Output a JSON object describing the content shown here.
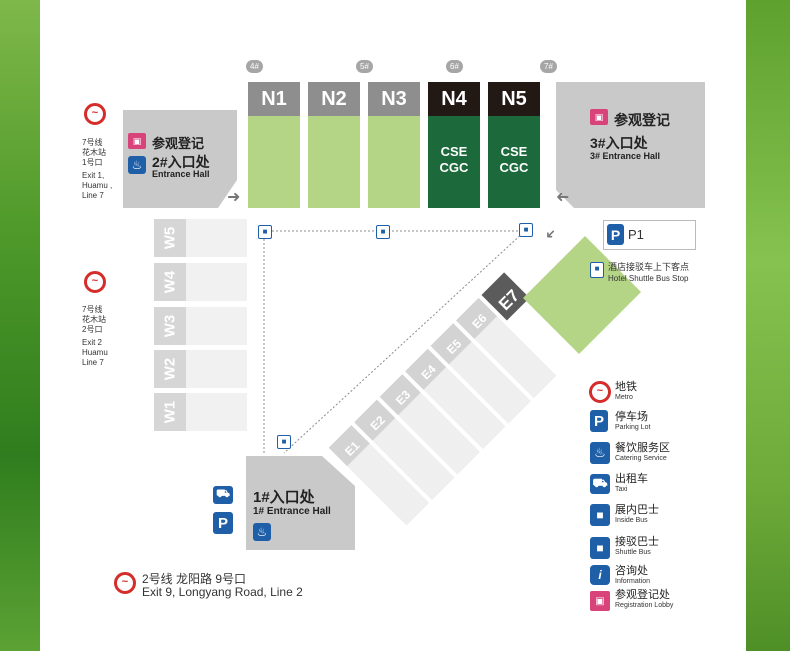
{
  "colors": {
    "hall_light_green": "#b4d486",
    "hall_dark_green": "#1c6a3b",
    "header_gray": "#8e8e8e",
    "header_black": "#221814",
    "metro_red": "#d42d2b",
    "service_blue": "#1f5fa8",
    "registration_pink": "#d8447a"
  },
  "gate_tags": [
    "4#",
    "5#",
    "6#",
    "7#"
  ],
  "north_halls": [
    {
      "id": "N1",
      "sub": ""
    },
    {
      "id": "N2",
      "sub": ""
    },
    {
      "id": "N3",
      "sub": ""
    },
    {
      "id": "N4",
      "sub1": "CSE",
      "sub2": "CGC"
    },
    {
      "id": "N5",
      "sub1": "CSE",
      "sub2": "CGC"
    }
  ],
  "west_halls": [
    "W5",
    "W4",
    "W3",
    "W2",
    "W1"
  ],
  "east_halls": [
    "E1",
    "E2",
    "E3",
    "E4",
    "E5",
    "E6",
    "E7"
  ],
  "entrance2": {
    "reg": "参观登记",
    "name": "2#入口处",
    "en": "Entrance Hall"
  },
  "entrance3": {
    "reg": "参观登记",
    "name": "3#入口处",
    "en": "3# Entrance Hall"
  },
  "entrance1": {
    "name": "1#入口处",
    "en": "1# Entrance Hall"
  },
  "metro_exit1": {
    "cn1": "7号线",
    "cn2": "花木站",
    "cn3": "1号口",
    "en1": "Exit 1,",
    "en2": "Huamu ,",
    "en3": "Line 7"
  },
  "metro_exit2": {
    "cn1": "7号线",
    "cn2": "花木站",
    "cn3": "2号口",
    "en1": "Exit 2",
    "en2": "Huamu",
    "en3": "Line 7"
  },
  "metro_exit9": {
    "cn": "2号线  龙阳路 9号口",
    "en": "Exit 9, Longyang Road, Line 2"
  },
  "parking_p1": "P1",
  "hotel_bus": {
    "cn": "酒店接驳车上下客点",
    "en": "Hotel Shuttle Bus Stop"
  },
  "legend": [
    {
      "icon": "metro-icon",
      "cn": "地铁",
      "en": "Metro"
    },
    {
      "icon": "parking-icon",
      "cn": "停车场",
      "en": "Parking Lot"
    },
    {
      "icon": "catering-icon",
      "cn": "餐饮服务区",
      "en": "Catering Service"
    },
    {
      "icon": "taxi-icon",
      "cn": "出租车",
      "en": "Taxi"
    },
    {
      "icon": "inside-bus-icon",
      "cn": "展内巴士",
      "en": "Inside Bus"
    },
    {
      "icon": "shuttle-bus-icon",
      "cn": "接驳巴士",
      "en": "Shuttle Bus"
    },
    {
      "icon": "information-icon",
      "cn": "咨询处",
      "en": "Information"
    },
    {
      "icon": "registration-icon",
      "cn": "参观登记处",
      "en": "Registration Lobby"
    }
  ]
}
